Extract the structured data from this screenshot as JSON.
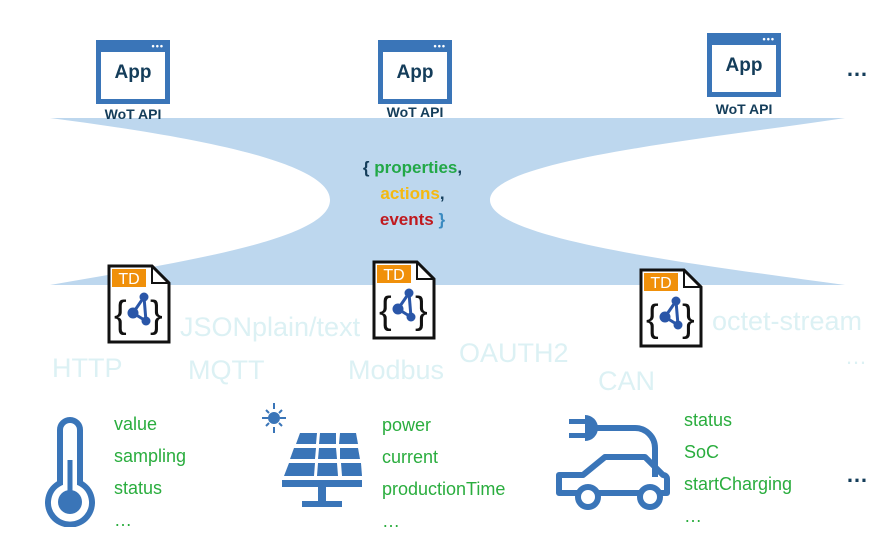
{
  "apps": [
    {
      "label": "App",
      "api": "WoT API"
    },
    {
      "label": "App",
      "api": "WoT API"
    },
    {
      "label": "App",
      "api": "WoT API"
    }
  ],
  "apps_more": "…",
  "interaction": {
    "open": "{",
    "properties": "properties",
    "comma1": ",",
    "actions": "actions",
    "comma2": ",",
    "events": "events",
    "close": "}"
  },
  "td_label": "TD",
  "protocols": [
    "JSON",
    "plain/text",
    "octet-stream",
    "HTTP",
    "MQTT",
    "Modbus",
    "OAUTH2",
    "CAN",
    "…"
  ],
  "devices": [
    {
      "icon": "thermometer-icon",
      "features": [
        "value",
        "sampling",
        "status",
        "…"
      ]
    },
    {
      "icon": "solar-panel-icon",
      "features": [
        "power",
        "current",
        "productionTime",
        "…"
      ]
    },
    {
      "icon": "electric-car-icon",
      "features": [
        "status",
        "SoC",
        "startCharging",
        "…"
      ]
    }
  ],
  "devices_more": "…",
  "colors": {
    "band": "#bdd7ee",
    "blue": "#3a75b8",
    "dark": "#143d5a",
    "properties": "#22a847",
    "actions": "#f5b90f",
    "events": "#c0191e",
    "td_orange": "#f0900a",
    "faint": "#dcf1f4"
  }
}
